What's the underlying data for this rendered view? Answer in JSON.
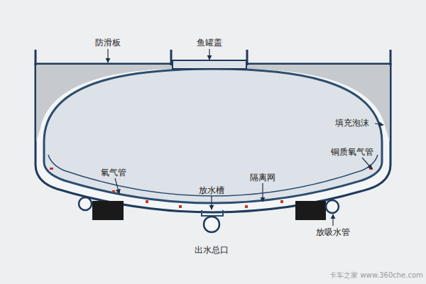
{
  "diagram": {
    "labels": [
      "防滑板",
      "鱼罐盖",
      "填充泡沫",
      "氧气管",
      "铜质氧气管",
      "放水槽",
      "隔离网",
      "放吸水管",
      "出水总口",
      "卡车之家 www.360che.com"
    ]
  }
}
